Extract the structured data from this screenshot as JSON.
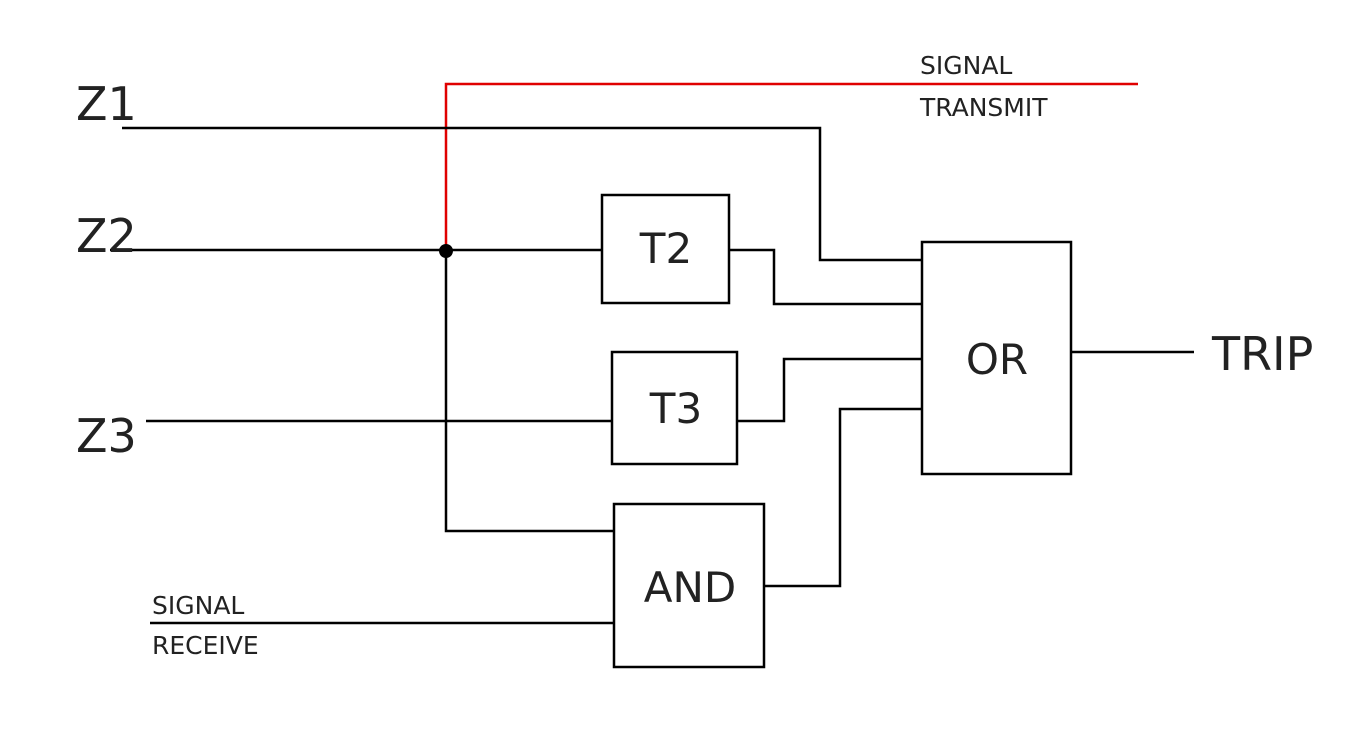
{
  "inputs": {
    "z1": "Z1",
    "z2": "Z2",
    "z3": "Z3",
    "signal_receive_line1": "SIGNAL",
    "signal_receive_line2": "RECEIVE"
  },
  "outputs": {
    "signal_transmit_line1": "SIGNAL",
    "signal_transmit_line2": "TRANSMIT",
    "trip": "TRIP"
  },
  "blocks": {
    "t2": "T2",
    "t3": "T3",
    "and": "AND",
    "or": "OR"
  },
  "colors": {
    "signal_transmit_wire": "#e00000"
  }
}
